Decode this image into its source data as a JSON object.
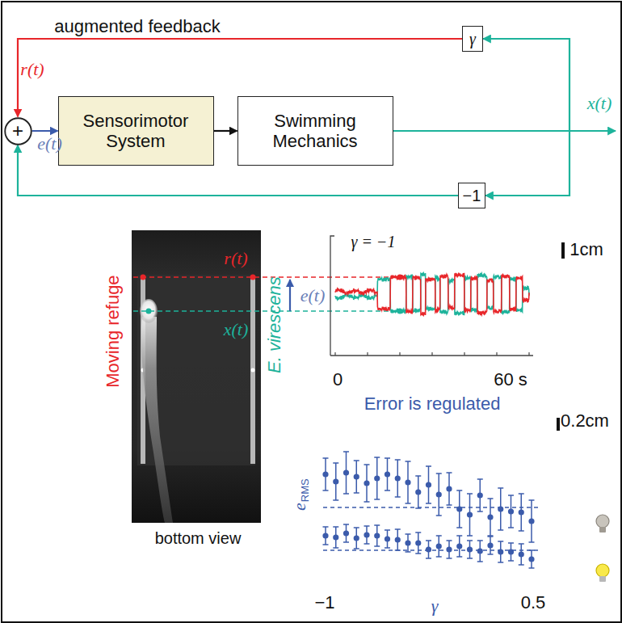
{
  "diagram": {
    "nodes": [
      {
        "text": [
          "+"
        ]
      },
      {
        "text": [
          "Sensorimotor System"
        ]
      },
      {
        "text": [
          "Swimming Mechanics"
        ]
      },
      {
        "text": [
          "γ"
        ]
      },
      {
        "text": [
          "−1"
        ]
      }
    ],
    "edges": [
      {
        "from": 0,
        "to": 1,
        "arrow": "to",
        "label": "e(t)"
      },
      {
        "from": 1,
        "to": 2,
        "arrow": "to"
      },
      {
        "from": 2,
        "to": 3,
        "arrow": "to"
      },
      {
        "from": 3,
        "to": 0,
        "arrow": "to",
        "label": "augmented feedback"
      },
      {
        "from": 2,
        "to": 4,
        "arrow": "to"
      },
      {
        "from": 4,
        "to": 0,
        "arrow": "to"
      }
    ],
    "labels": [
      "r(t)",
      "x(t)",
      "Moving refuge",
      "E. virescens",
      "r(t)",
      "x(t)",
      "e(t)",
      "bottom view",
      "γ = −1",
      "1cm",
      "0",
      "60 s",
      "Error is regulated",
      "0.2cm",
      "e",
      "RMS",
      "−1",
      "γ",
      "0.5"
    ]
  }
}
